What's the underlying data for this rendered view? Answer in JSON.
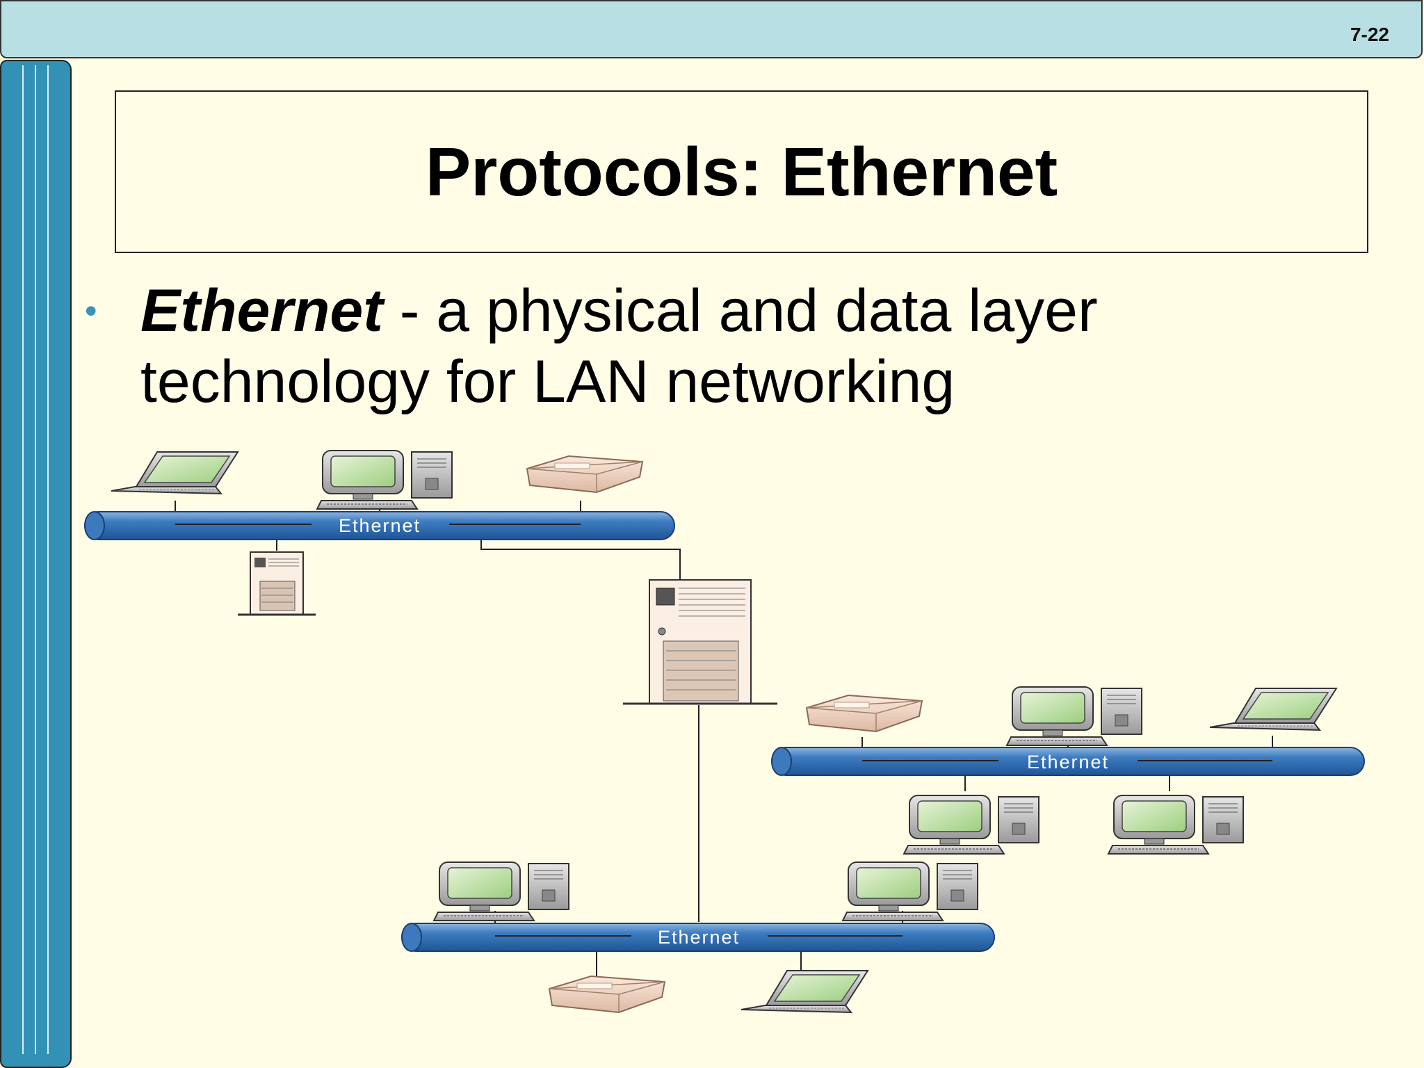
{
  "slide_number": "7-22",
  "title": "Protocols: Ethernet",
  "bullet": {
    "term": "Ethernet",
    "rest": " - a physical and data layer technology for LAN networking"
  },
  "diagram": {
    "segments": [
      {
        "label": "Ethernet"
      },
      {
        "label": "Ethernet"
      },
      {
        "label": "Ethernet"
      }
    ]
  },
  "colors": {
    "background": "#fffde6",
    "topbar": "#b8e0e4",
    "sidebar": "#3391b5",
    "bus": "#2f6fb4",
    "bullet": "#3a93b8"
  }
}
